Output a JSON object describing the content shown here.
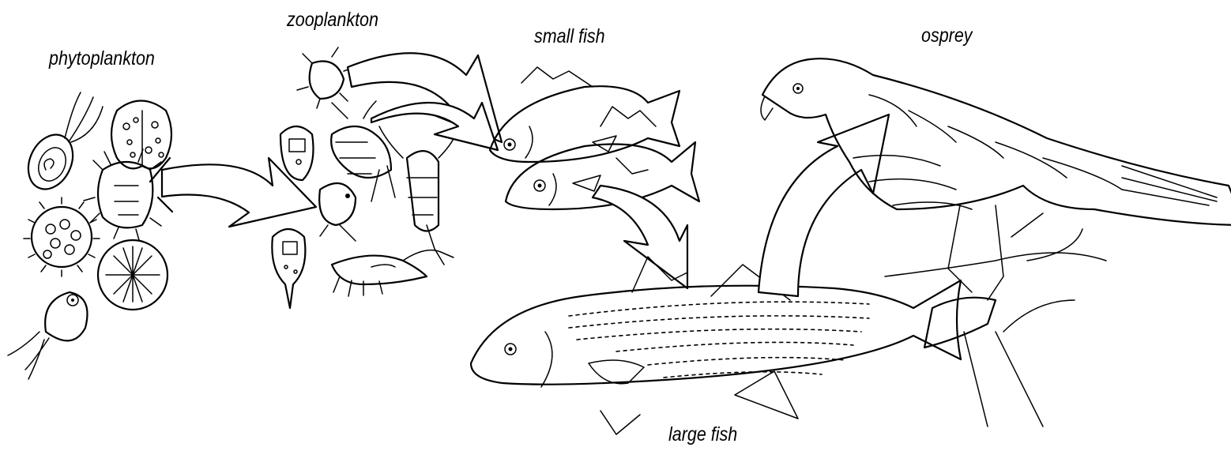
{
  "labels": {
    "phytoplankton": "phytoplankton",
    "zooplankton": "zooplankton",
    "small_fish": "small fish",
    "osprey": "osprey",
    "large_fish": "large fish"
  },
  "arrows": [
    {
      "from": "phytoplankton",
      "to": "zooplankton"
    },
    {
      "from": "zooplankton",
      "to": "small fish"
    },
    {
      "from": "small fish",
      "to": "large fish"
    },
    {
      "from": "large fish",
      "to": "osprey"
    }
  ],
  "colors": {
    "ink": "#000000",
    "background": "#ffffff"
  }
}
